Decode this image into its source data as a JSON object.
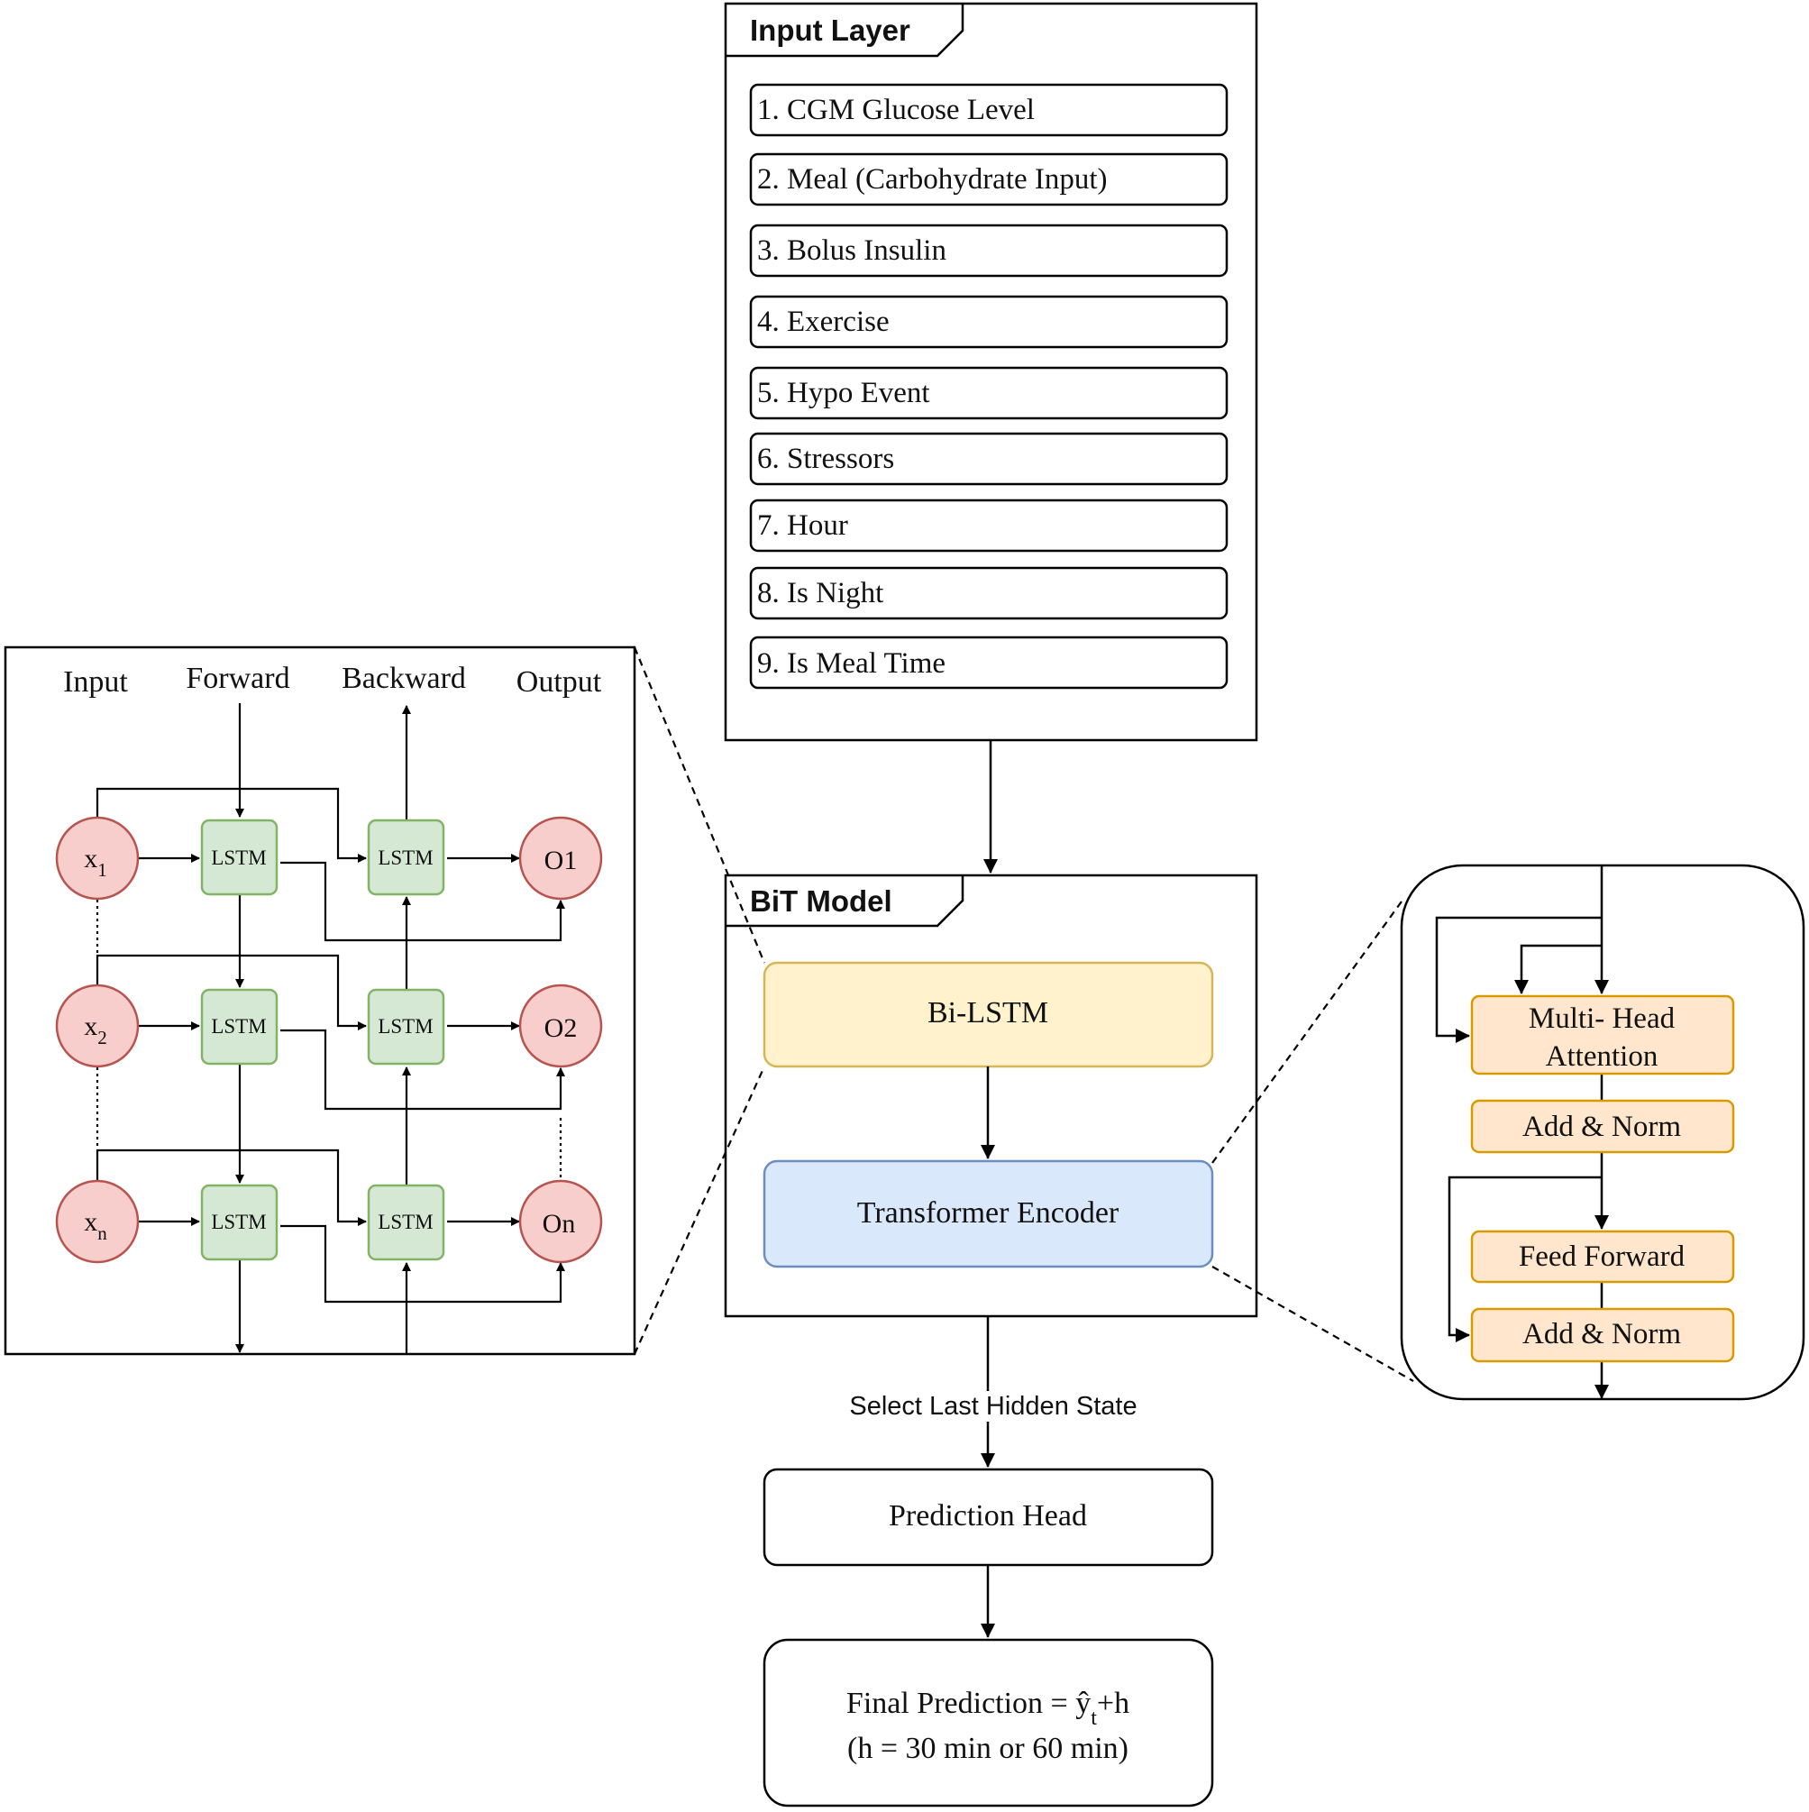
{
  "input_layer": {
    "title": "Input Layer",
    "features": [
      "1. CGM Glucose Level",
      "2. Meal (Carbohydrate Input)",
      "3. Bolus Insulin",
      "4. Exercise",
      "5. Hypo Event",
      "6. Stressors",
      "7. Hour",
      "8. Is Night",
      "9. Is Meal Time"
    ]
  },
  "bit_model": {
    "title": "BiT Model",
    "bilstm_label": "Bi-LSTM",
    "transformer_label": "Transformer Encoder"
  },
  "bilstm_detail": {
    "headers": {
      "input": "Input",
      "forward": "Forward",
      "backward": "Backward",
      "output": "Output"
    },
    "rows": [
      {
        "x_base": "x",
        "x_sub": "1",
        "fwd": "LSTM",
        "bwd": "LSTM",
        "out": "O1"
      },
      {
        "x_base": "x",
        "x_sub": "2",
        "fwd": "LSTM",
        "bwd": "LSTM",
        "out": "O2"
      },
      {
        "x_base": "x",
        "x_sub": "n",
        "fwd": "LSTM",
        "bwd": "LSTM",
        "out": "On"
      }
    ]
  },
  "transformer_detail": {
    "mha_line1": "Multi- Head",
    "mha_line2": "Attention",
    "add_norm_1": "Add & Norm",
    "feed_forward": "Feed Forward",
    "add_norm_2": "Add & Norm"
  },
  "select_label": "Select Last Hidden State",
  "prediction_head": "Prediction Head",
  "final": {
    "line1_prefix": "Final Prediction = ",
    "yhat": "ŷ",
    "yhat_sub": "t",
    "line1_suffix": "+h",
    "line2": "(h = 30 min or 60 min)"
  },
  "colors": {
    "yellow_fill": "#fff2cc",
    "yellow_stroke": "#d6b656",
    "blue_fill": "#dae8fc",
    "blue_stroke": "#6c8ebf",
    "green_fill": "#d5e8d4",
    "green_stroke": "#82b366",
    "red_fill": "#f8cecc",
    "red_stroke": "#b85450",
    "orange_fill": "#ffe6cc",
    "orange_stroke": "#d79b00"
  }
}
